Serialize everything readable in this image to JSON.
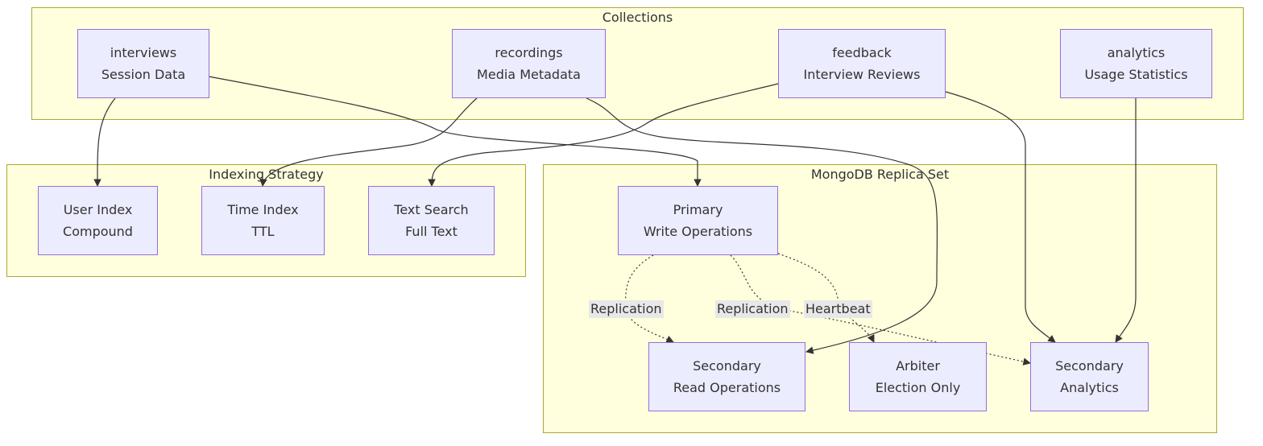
{
  "clusters": {
    "collections": "Collections",
    "indexing": "Indexing Strategy",
    "replica": "MongoDB Replica Set"
  },
  "nodes": {
    "interviews": {
      "line1": "interviews",
      "line2": "Session Data"
    },
    "recordings": {
      "line1": "recordings",
      "line2": "Media Metadata"
    },
    "feedback": {
      "line1": "feedback",
      "line2": "Interview Reviews"
    },
    "analytics": {
      "line1": "analytics",
      "line2": "Usage Statistics"
    },
    "user_index": {
      "line1": "User Index",
      "line2": "Compound"
    },
    "time_index": {
      "line1": "Time Index",
      "line2": "TTL"
    },
    "text_search": {
      "line1": "Text Search",
      "line2": "Full Text"
    },
    "primary": {
      "line1": "Primary",
      "line2": "Write Operations"
    },
    "secondary_read": {
      "line1": "Secondary",
      "line2": "Read Operations"
    },
    "arbiter": {
      "line1": "Arbiter",
      "line2": "Election Only"
    },
    "secondary_analytics": {
      "line1": "Secondary",
      "line2": "Analytics"
    }
  },
  "edge_labels": {
    "replication_1": "Replication",
    "replication_2": "Replication",
    "heartbeat": "Heartbeat"
  },
  "colors": {
    "cluster_fill": "#ffffde",
    "cluster_border": "#aaaa33",
    "node_fill": "#ececff",
    "node_border": "#9370db",
    "edge": "#333333"
  }
}
